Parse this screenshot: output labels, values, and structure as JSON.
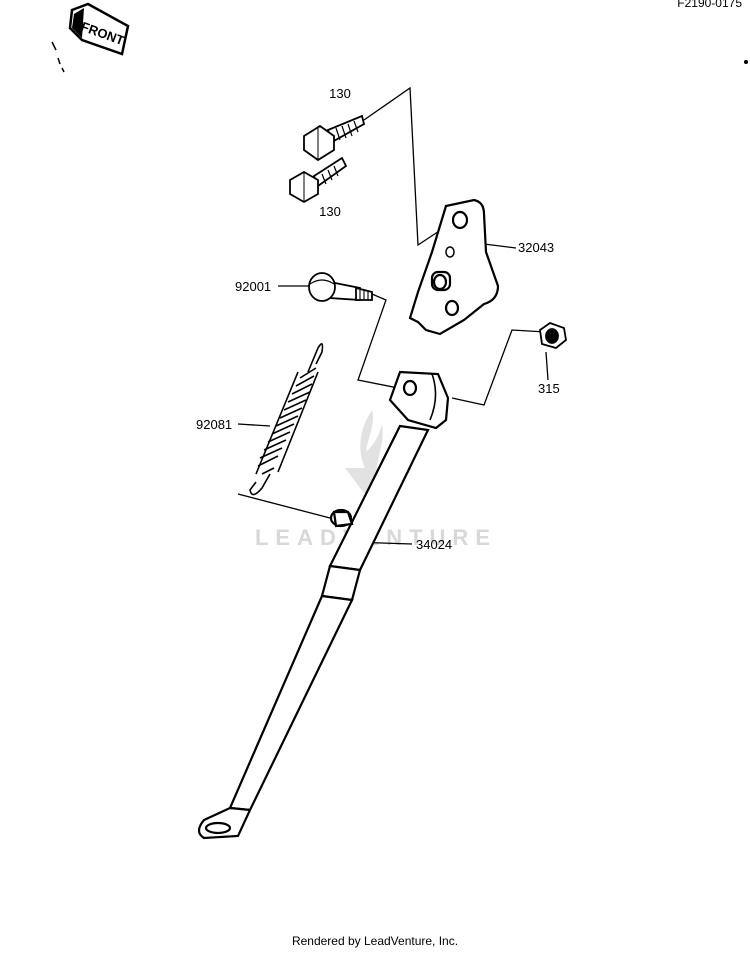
{
  "figure_id": "F2190-0175",
  "front_label": "FRONT",
  "watermark": "LEADVENTURE",
  "footer": "Rendered by LeadVenture, Inc.",
  "callouts": [
    {
      "id": "bolt-upper",
      "label": "130"
    },
    {
      "id": "bolt-lower",
      "label": "130"
    },
    {
      "id": "bracket",
      "label": "32043"
    },
    {
      "id": "pivot-bolt",
      "label": "92001"
    },
    {
      "id": "nut",
      "label": "315"
    },
    {
      "id": "spring",
      "label": "92081"
    },
    {
      "id": "side-stand",
      "label": "34024"
    }
  ]
}
